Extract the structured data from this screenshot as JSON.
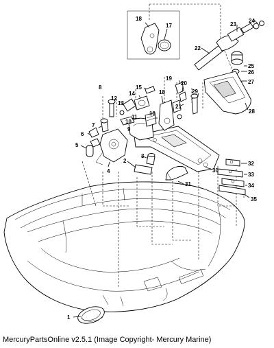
{
  "caption": "MercuryPartsOnline v2.5.1 (Image Copyright- Mercury Marine)",
  "callouts": [
    "1",
    "2",
    "3",
    "4",
    "5",
    "6",
    "7",
    "8",
    "9",
    "10",
    "11",
    "12",
    "13",
    "14",
    "15",
    "16",
    "17",
    "18",
    "18",
    "19",
    "20",
    "21",
    "22",
    "23",
    "24",
    "25",
    "26",
    "27",
    "28",
    "29",
    "30",
    "31",
    "32",
    "33",
    "34",
    "35"
  ]
}
